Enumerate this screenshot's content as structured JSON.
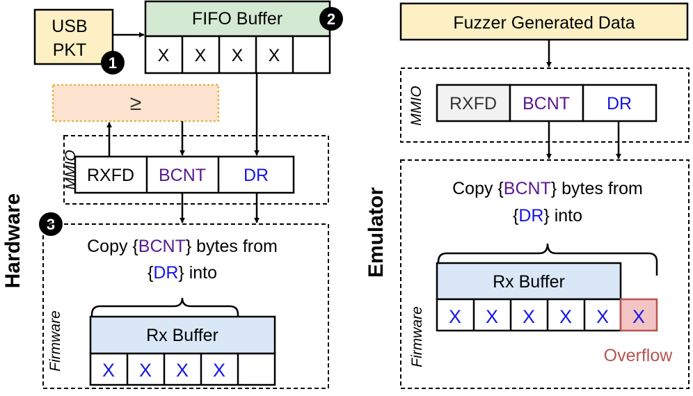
{
  "hardware": {
    "side_label": "Hardware",
    "usb_pkt": {
      "line1": "USB",
      "line2": "PKT"
    },
    "fifo_title": "FIFO Buffer",
    "fifo_cells": [
      "X",
      "X",
      "X",
      "X",
      ""
    ],
    "compare_symbol": "≥",
    "mmio_label": "MMIO",
    "registers": {
      "rxfd": "RXFD",
      "bcnt": "BCNT",
      "dr": "DR"
    },
    "copy_text": {
      "part1": "Copy {",
      "bcnt": "BCNT",
      "part2": "} bytes from",
      "part3": "{",
      "dr": "DR",
      "part4": "} into"
    },
    "firmware_label": "Firmware",
    "rx_buffer_title": "Rx Buffer",
    "rx_cells": [
      "X",
      "X",
      "X",
      "X",
      ""
    ],
    "steps": [
      "1",
      "2",
      "3"
    ]
  },
  "emulator": {
    "side_label": "Emulator",
    "fuzzer_title": "Fuzzer Generated Data",
    "mmio_label": "MMIO",
    "registers": {
      "rxfd": "RXFD",
      "bcnt": "BCNT",
      "dr": "DR"
    },
    "copy_text": {
      "part1": "Copy {",
      "bcnt": "BCNT",
      "part2": "} bytes from",
      "part3": "{",
      "dr": "DR",
      "part4": "} into"
    },
    "firmware_label": "Firmware",
    "rx_buffer_title": "Rx Buffer",
    "rx_cells": [
      "X",
      "X",
      "X",
      "X",
      "X"
    ],
    "overflow_cell": "X",
    "overflow_label": "Overflow"
  },
  "colors": {
    "usb_fill": "#fdf0c4",
    "fifo_header_fill": "#d4e9d2",
    "compare_fill": "#fbe3cf",
    "compare_border": "#e3b64a",
    "fuzzer_fill": "#fdf0c4",
    "rxfd_emu_fill": "#f2f2f2",
    "rx_header_fill": "#d9e7f7",
    "overflow_fill": "#f2c4c4",
    "overflow_border": "#b85450",
    "bcnt_text": "#5a188d",
    "dr_text": "#1515e6",
    "overflow_text": "#b85450"
  }
}
